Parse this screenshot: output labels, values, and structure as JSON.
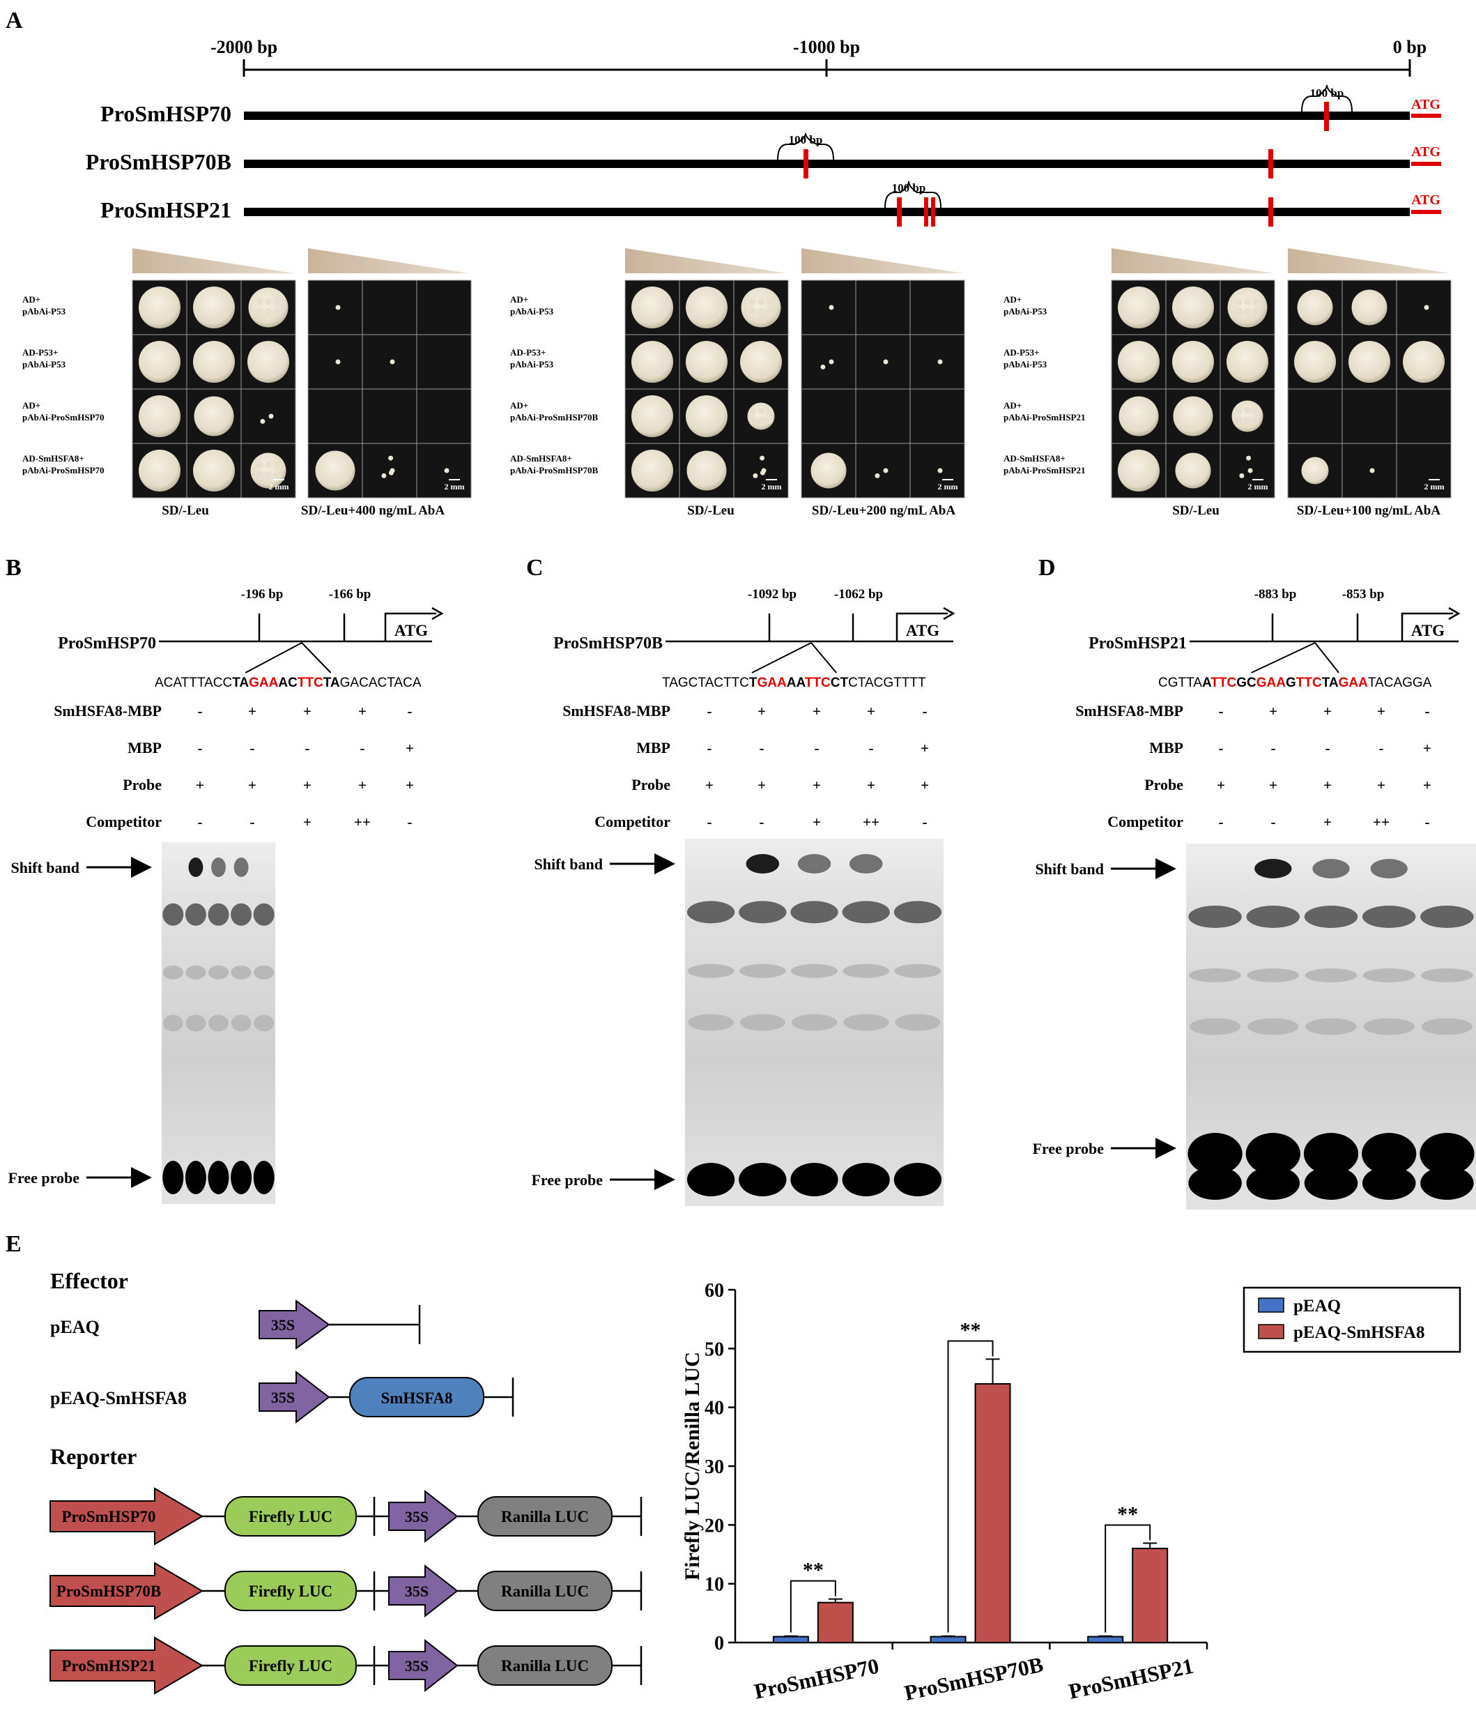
{
  "panels": {
    "A": "A",
    "B": "B",
    "C": "C",
    "D": "D",
    "E": "E"
  },
  "panelA": {
    "scale": {
      "left": "-2000 bp",
      "mid": "-1000 bp",
      "right": "0 bp"
    },
    "promoters": [
      {
        "name": "ProSmHSP70",
        "bracket": "100 bp",
        "atg": "ATG"
      },
      {
        "name": "ProSmHSP70B",
        "bracket": "100 bp",
        "atg": "ATG"
      },
      {
        "name": "ProSmHSP21",
        "bracket": "100 bp",
        "atg": "ATG"
      }
    ],
    "y1h": [
      {
        "rows": [
          [
            "AD+",
            "pAbAi-P53"
          ],
          [
            "AD-P53+",
            "pAbAi-P53"
          ],
          [
            "AD+",
            "pAbAi-ProSmHSP70"
          ],
          [
            "AD-SmHSFA8+",
            "pAbAi-ProSmHSP70"
          ]
        ],
        "media1": "SD/-Leu",
        "media2": "SD/-Leu+400 ng/mL AbA",
        "scalebar": "2 mm"
      },
      {
        "rows": [
          [
            "AD+",
            "pAbAi-P53"
          ],
          [
            "AD-P53+",
            "pAbAi-P53"
          ],
          [
            "AD+",
            "pAbAi-ProSmHSP70B"
          ],
          [
            "AD-SmHSFA8+",
            "pAbAi-ProSmHSP70B"
          ]
        ],
        "media1": "SD/-Leu",
        "media2": "SD/-Leu+200 ng/mL AbA",
        "scalebar": "2 mm"
      },
      {
        "rows": [
          [
            "AD+",
            "pAbAi-P53"
          ],
          [
            "AD-P53+",
            "pAbAi-P53"
          ],
          [
            "AD+",
            "pAbAi-ProSmHSP21"
          ],
          [
            "AD-SmHSFA8+",
            "pAbAi-ProSmHSP21"
          ]
        ],
        "media1": "SD/-Leu",
        "media2": "SD/-Leu+100 ng/mL AbA",
        "scalebar": "2 mm"
      }
    ]
  },
  "emsa": [
    {
      "promoter": "ProSmHSP70",
      "pos1": "-196 bp",
      "pos2": "-166 bp",
      "atg": "ATG",
      "seq": [
        [
          "ACATTTACC",
          "n"
        ],
        [
          "TA",
          "b"
        ],
        [
          "GAA",
          "r"
        ],
        [
          "AC",
          "b"
        ],
        [
          "TTC",
          "r"
        ],
        [
          "TA",
          "b"
        ],
        [
          "GACACTACA",
          "n"
        ]
      ]
    },
    {
      "promoter": "ProSmHSP70B",
      "pos1": "-1092 bp",
      "pos2": "-1062 bp",
      "atg": "ATG",
      "seq": [
        [
          "TAGCTACTTC",
          "n"
        ],
        [
          "T",
          "b"
        ],
        [
          "GAA",
          "r"
        ],
        [
          "AA",
          "b"
        ],
        [
          "TTC",
          "r"
        ],
        [
          "CT",
          "b"
        ],
        [
          "CTACGTTTT",
          "n"
        ]
      ]
    },
    {
      "promoter": "ProSmHSP21",
      "pos1": "-883 bp",
      "pos2": "-853 bp",
      "atg": "ATG",
      "seq": [
        [
          "CGTTA",
          "n"
        ],
        [
          "A",
          "b"
        ],
        [
          "TTC",
          "r"
        ],
        [
          "GC",
          "b"
        ],
        [
          "GAA",
          "r"
        ],
        [
          "G",
          "b"
        ],
        [
          "TTC",
          "r"
        ],
        [
          "TA",
          "b"
        ],
        [
          "GAA",
          "r"
        ],
        [
          "T",
          "n"
        ],
        [
          "ACAGGA",
          "n"
        ]
      ]
    }
  ],
  "emsaRows": [
    {
      "label": "SmHSFA8-MBP",
      "marks": [
        "-",
        "+",
        "+",
        "+",
        "-"
      ]
    },
    {
      "label": "MBP",
      "marks": [
        "-",
        "-",
        "-",
        "-",
        "+"
      ]
    },
    {
      "label": "Probe",
      "marks": [
        "+",
        "+",
        "+",
        "+",
        "+"
      ]
    },
    {
      "label": "Competitor",
      "marks": [
        "-",
        "-",
        "+",
        "++",
        "-"
      ]
    }
  ],
  "emsaLabels": {
    "shift": "Shift band",
    "free": "Free probe"
  },
  "panelE": {
    "effector_title": "Effector",
    "reporter_title": "Reporter",
    "effectors": [
      {
        "name": "pEAQ",
        "promoter": "35S"
      },
      {
        "name": "pEAQ-SmHSFA8",
        "promoter": "35S",
        "gene": "SmHSFA8"
      }
    ],
    "reporters": [
      {
        "promoter": "ProSmHSP70",
        "luc": "Firefly LUC",
        "p35s": "35S",
        "ren": "Ranilla LUC"
      },
      {
        "promoter": "ProSmHSP70B",
        "luc": "Firefly LUC",
        "p35s": "35S",
        "ren": "Ranilla LUC"
      },
      {
        "promoter": "ProSmHSP21",
        "luc": "Firefly LUC",
        "p35s": "35S",
        "ren": "Ranilla LUC"
      }
    ]
  },
  "colors": {
    "red": "#e00000",
    "promoter": "#c0504d",
    "firefly": "#9bcc5a",
    "renilla": "#808080",
    "p35s": "#8064a2",
    "gene": "#4f81bd",
    "bar1": "#4472c4",
    "bar2": "#c0504d"
  },
  "chart_data": {
    "type": "bar",
    "categories": [
      "ProSmHSP70",
      "ProSmHSP70B",
      "ProSmHSP21"
    ],
    "series": [
      {
        "name": "pEAQ",
        "values": [
          1,
          1,
          1
        ],
        "errors": [
          0.1,
          0.1,
          0.1
        ]
      },
      {
        "name": "pEAQ-SmHSFA8",
        "values": [
          6.8,
          44,
          16
        ],
        "errors": [
          0.6,
          4.2,
          0.9
        ]
      }
    ],
    "significance": [
      "**",
      "**",
      "**"
    ],
    "ylabel": "Firefly LUC/Renilla LUC",
    "ylim": [
      0,
      60
    ],
    "yticks": [
      "0",
      "10",
      "20",
      "30",
      "40",
      "50",
      "60"
    ],
    "legend_position": "top-right"
  }
}
